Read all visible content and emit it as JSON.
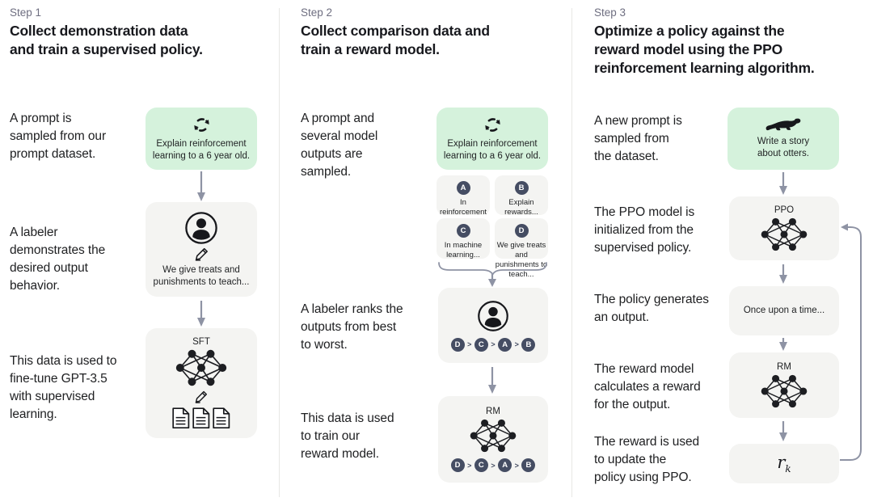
{
  "colors": {
    "prompt_box_green": "#d5f2dc",
    "panel_box_gray": "#f4f4f2",
    "badge_navy": "#454d63",
    "arrow_slate": "#8e93a4",
    "title_text": "#17181d",
    "step_label_gray": "#6e6e80",
    "divider_gray": "#e7e7e5"
  },
  "steps": [
    {
      "label": "Step 1",
      "title": "Collect demonstration data\nand train a supervised policy.",
      "captions": {
        "prompt": "A prompt is\nsampled from our\nprompt dataset.",
        "labeler": "A labeler\ndemonstrates the\ndesired output\nbehavior.",
        "data_use": "This data is used to\nfine-tune GPT-3.5\nwith supervised\nlearning."
      },
      "prompt_box": {
        "icon": "refresh-cycle-icon",
        "text": "Explain reinforcement\nlearning to a 6 year old."
      },
      "labeler_box": {
        "icons": [
          "person-icon",
          "pencil-icon"
        ],
        "text": "We give treats and\npunishments to teach..."
      },
      "model_box": {
        "label": "SFT",
        "icons": [
          "neural-network-icon",
          "pencil-icon",
          "documents-icon"
        ]
      }
    },
    {
      "label": "Step 2",
      "title": "Collect comparison data and\ntrain a reward model.",
      "captions": {
        "prompt": "A prompt and\nseveral model\noutputs are\nsampled.",
        "labeler": "A labeler ranks the\noutputs from best\nto worst.",
        "data_use": "This data is used\nto train our\nreward model."
      },
      "prompt_box": {
        "icon": "refresh-cycle-icon",
        "text": "Explain reinforcement\nlearning to a 6 year old."
      },
      "outputs": [
        {
          "id": "A",
          "text": "In reinforcement\nlearning, the\nagent is..."
        },
        {
          "id": "B",
          "text": "Explain rewards..."
        },
        {
          "id": "C",
          "text": "In machine\nlearning..."
        },
        {
          "id": "D",
          "text": "We give treats and\npunishments to\nteach..."
        }
      ],
      "ranking": {
        "order": [
          "D",
          "C",
          "A",
          "B"
        ],
        "separator": ">"
      },
      "labeler_box": {
        "icons": [
          "person-icon"
        ]
      },
      "model_box": {
        "label": "RM",
        "icons": [
          "neural-network-icon"
        ]
      }
    },
    {
      "label": "Step 3",
      "title": "Optimize a policy against the\nreward model using the PPO\nreinforcement learning algorithm.",
      "captions": {
        "prompt": "A new prompt is\nsampled from\nthe dataset.",
        "init": "The PPO model is\ninitialized from the\nsupervised policy.",
        "generate": "The policy generates\nan output.",
        "reward_calc": "The reward model\ncalculates a reward\nfor the output.",
        "update": "The reward is used\nto update the\npolicy using PPO."
      },
      "prompt_box": {
        "icon": "otter-icon",
        "text": "Write a story\nabout otters."
      },
      "ppo_box": {
        "label": "PPO",
        "icons": [
          "neural-network-icon"
        ]
      },
      "output_box": {
        "text": "Once upon a time..."
      },
      "rm_box": {
        "label": "RM",
        "icons": [
          "neural-network-icon"
        ]
      },
      "reward_box": {
        "symbol": "r",
        "subscript": "k"
      }
    }
  ]
}
